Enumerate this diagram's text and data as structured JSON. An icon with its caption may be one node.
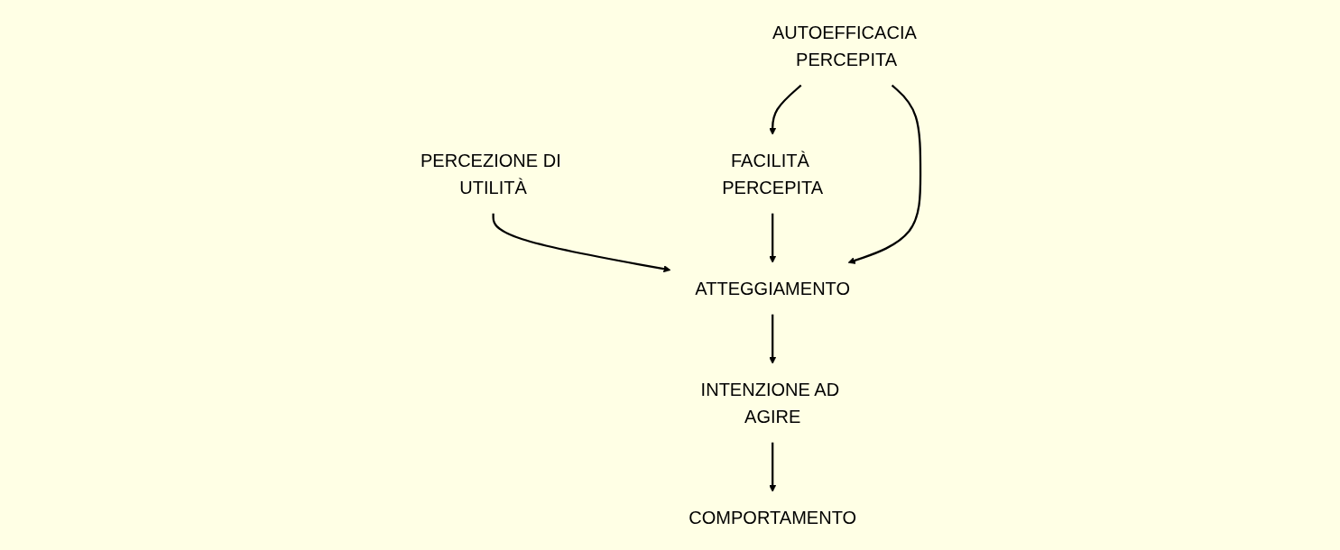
{
  "diagram": {
    "nodes": [
      {
        "text": [
          "PERCEZIONE DI UTILITÀ"
        ]
      },
      {
        "text": [
          "FACILITÀ PERCEPITA"
        ]
      },
      {
        "text": [
          "AUTOEFFICACIA PERCEPITA"
        ]
      },
      {
        "text": [
          "ATTEGGIAMENTO"
        ]
      },
      {
        "text": [
          "INTENZIONE AD AGIRE"
        ]
      },
      {
        "text": [
          "COMPORTAMENTO"
        ]
      }
    ],
    "edges": [
      {
        "from": 2,
        "to": 1,
        "arrow": "to"
      },
      {
        "from": 0,
        "to": 3,
        "arrow": "to"
      },
      {
        "from": 1,
        "to": 3,
        "arrow": "to"
      },
      {
        "from": 2,
        "to": 3,
        "arrow": "to"
      },
      {
        "from": 3,
        "to": 4,
        "arrow": "to"
      },
      {
        "from": 4,
        "to": 5,
        "arrow": "to"
      }
    ]
  }
}
